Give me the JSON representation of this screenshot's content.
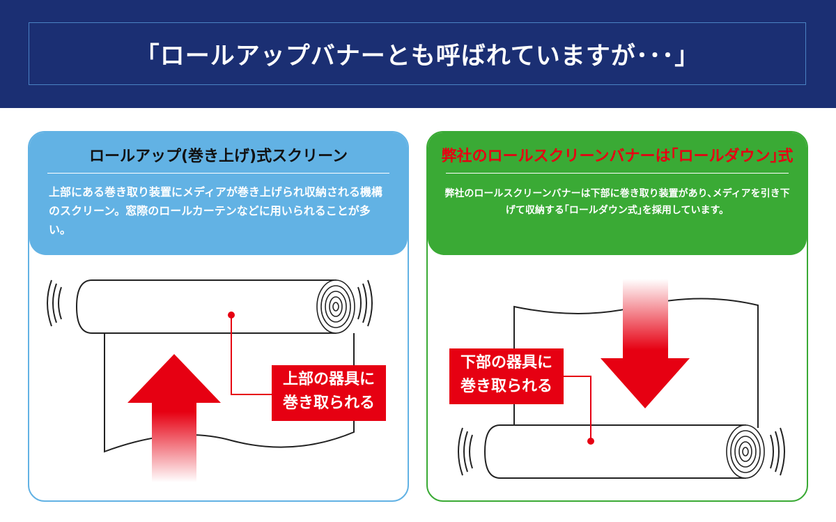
{
  "header": {
    "title": "「ロールアップバナーとも呼ばれていますが･･･」"
  },
  "left_panel": {
    "title": "ロールアップ(巻き上げ)式スクリーン",
    "description": "上部にある巻き取り装置にメディアが巻き上げられ収納される機構のスクリーン。窓際のロールカーテンなどに用いられることが多い。",
    "callout_line1": "上部の器具に",
    "callout_line2": "巻き取られる"
  },
  "right_panel": {
    "title": "弊社のロールスクリーンバナーは｢ロールダウン｣式",
    "description": "弊社のロールスクリーンバナーは下部に巻き取り装置があり､メディアを引き下げて収納する｢ロールダウン式｣を採用しています。",
    "callout_line1": "下部の器具に",
    "callout_line2": "巻き取られる"
  },
  "colors": {
    "header_bg": "#1b2f73",
    "left_accent": "#62b2e4",
    "right_accent": "#3aaa35",
    "callout_red": "#e60012"
  }
}
